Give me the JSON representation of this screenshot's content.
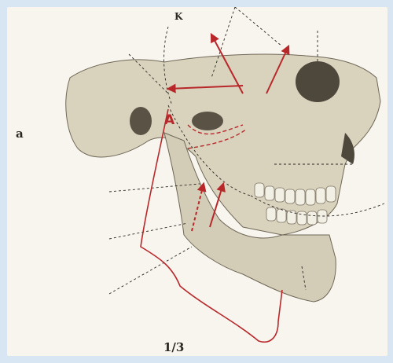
{
  "figure": {
    "panel_letter": "a",
    "point_k": "K",
    "point_a": "A",
    "ratio_label": "1/3"
  },
  "colors": {
    "background": "#d8e6f3",
    "paper": "#f7f5ee",
    "bone": "#d9d2bd",
    "bone_shadow": "#8c8472",
    "annotation_red": "#b8282b",
    "dashed_guides": "#2b2722"
  }
}
